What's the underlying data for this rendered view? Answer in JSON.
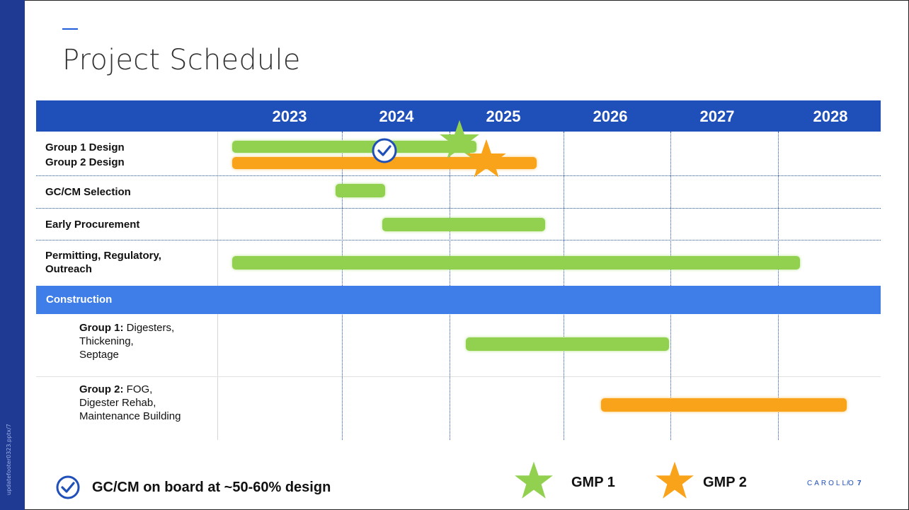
{
  "slide": {
    "title": "Project Schedule",
    "footer_vertical": "updatefooter0323.pptx/7",
    "brand": "CAROLLO",
    "separator": "/",
    "page_number": "7"
  },
  "schedule": {
    "years": [
      "2023",
      "2024",
      "2025",
      "2026",
      "2027",
      "2028"
    ],
    "section_construction": "Construction",
    "rows": {
      "group1_design": "Group 1 Design",
      "group2_design": "Group 2 Design",
      "gccm_selection": "GC/CM Selection",
      "early_procurement": "Early Procurement",
      "permitting": "Permitting, Regulatory, Outreach",
      "cg1_bold": "Group 1:",
      "cg1_rest_1": " Digesters,",
      "cg1_rest_2": "Thickening,",
      "cg1_rest_3": "Septage",
      "cg2_bold": "Group 2:",
      "cg2_rest_1": " FOG,",
      "cg2_rest_2": "Digester Rehab,",
      "cg2_rest_3": "Maintenance Building"
    },
    "colors": {
      "header": "#1f4fb8",
      "construction": "#3f7ee8",
      "green": "#92d050",
      "orange": "#f9a31b"
    },
    "icons": [
      "check-circle-icon",
      "star-icon"
    ]
  },
  "legend": {
    "gccm_note": "GC/CM on board at ~50-60% design",
    "gmp1": "GMP 1",
    "gmp2": "GMP 2"
  }
}
